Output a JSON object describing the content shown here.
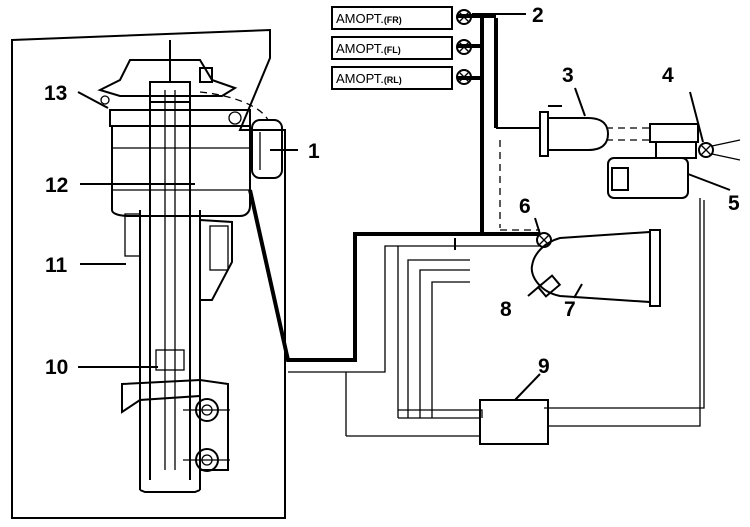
{
  "shock_absorbers": [
    {
      "prefix": "АМОРТ.",
      "position": "(FR)"
    },
    {
      "prefix": "АМОРТ.",
      "position": "(FL)"
    },
    {
      "prefix": "АМОРТ.",
      "position": "(RL)"
    }
  ],
  "callouts": [
    "1",
    "2",
    "3",
    "4",
    "5",
    "6",
    "7",
    "8",
    "9",
    "10",
    "11",
    "12",
    "13"
  ]
}
